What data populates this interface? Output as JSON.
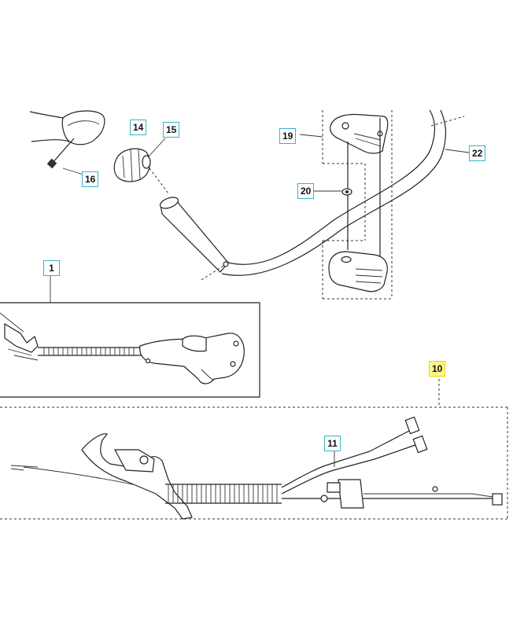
{
  "callouts": {
    "c14": "14",
    "c15": "15",
    "c16": "16",
    "c19": "19",
    "c20": "20",
    "c22": "22",
    "c1": "1",
    "c10": "10",
    "c11": "11"
  },
  "colors": {
    "callout_border": "#35b6c8",
    "highlight_fill": "#fff68c",
    "highlight_border": "#e8d200"
  }
}
